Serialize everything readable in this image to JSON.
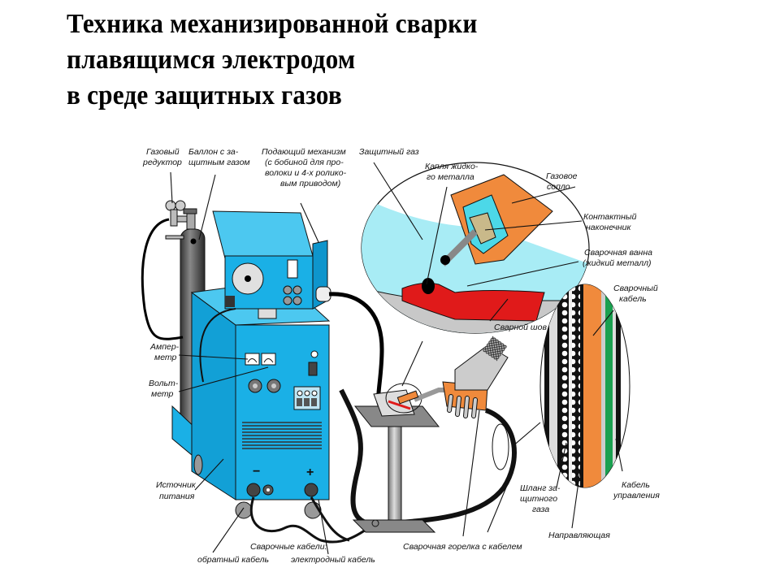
{
  "title": {
    "lines": [
      "Техника механизированной сварки",
      "плавящимся электродом",
      "в среде защитных газов"
    ]
  },
  "labels": {
    "gas_reducer": [
      "Газовый",
      "редуктор"
    ],
    "gas_cylinder": [
      "Баллон с за-",
      "щитным газом"
    ],
    "feed_mechanism": [
      "Подающий механизм",
      "(с бобиной для про-",
      "волоки и 4-х ролико-",
      "вым приводом)"
    ],
    "shielding_gas": [
      "Защитный газ"
    ],
    "metal_drop": [
      "Капля жидко-",
      "го металла"
    ],
    "gas_nozzle": [
      "Газовое",
      "сопло"
    ],
    "contact_tip": [
      "Контактный",
      "наконечник"
    ],
    "weld_pool": [
      "Сварочная ванна",
      "(жидкий металл)"
    ],
    "weld_seam": [
      "Сварной шов"
    ],
    "welding_cable": [
      "Сварочный",
      "кабель"
    ],
    "ammeter": [
      "Ампер-",
      "метр"
    ],
    "voltmeter": [
      "Вольт-",
      "метр"
    ],
    "power_source": [
      "Источник",
      "питания"
    ],
    "welding_cables": [
      "Сварочные кабели:"
    ],
    "return_cable": [
      "обратный кабель"
    ],
    "electrode_cable": [
      "электродный кабель"
    ],
    "torch_with_cable": [
      "Сварочная горелка с кабелем"
    ],
    "gas_hose": [
      "Шланг за-",
      "щитного",
      "газа"
    ],
    "guide": [
      "Направляющая"
    ],
    "control_cable": [
      "Кабель",
      "управления"
    ]
  },
  "polarity": {
    "minus": "−",
    "plus": "+"
  },
  "colors": {
    "machine_blue": "#1ab0e6",
    "machine_dark": "#0d7fb0",
    "gas_cyan": "#a8ecf5",
    "nozzle_orange": "#f08a3c",
    "seam_red": "#e01a1a",
    "cable_green": "#1aa050",
    "cylinder_gray": "#555555"
  }
}
